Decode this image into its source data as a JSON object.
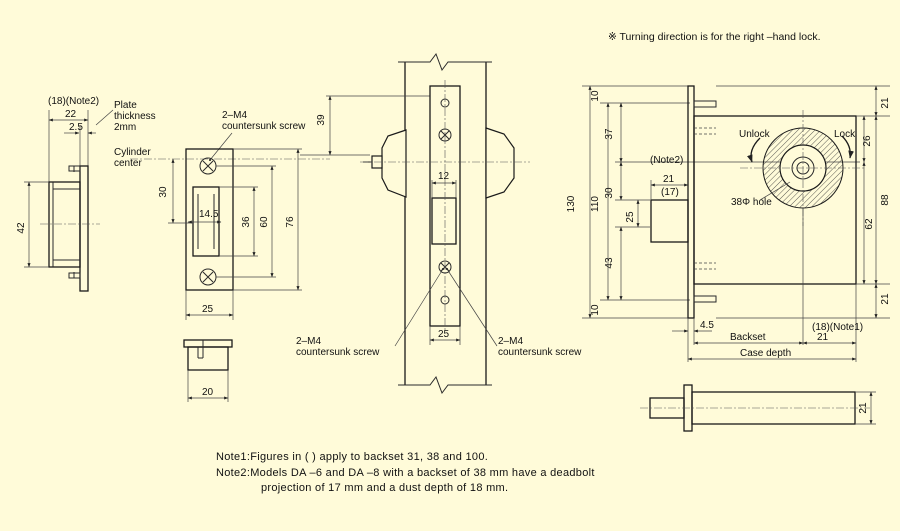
{
  "header_note": "※ Turning direction is for the right  –hand lock.",
  "left_view": {
    "note_ref": "(18)(Note2)",
    "dim_22": "22",
    "dim_2_5": "2.5",
    "dim_42": "42",
    "plate_label_1": "Plate",
    "plate_label_2": "thickness",
    "plate_label_3": "2mm",
    "cylinder_label_1": "Cylinder",
    "cylinder_label_2": "center"
  },
  "strike_plate": {
    "screw_label_1": "2–M4",
    "screw_label_2": "countersunk screw",
    "dim_30": "30",
    "dim_14_5": "14.5",
    "dim_36": "36",
    "dim_60": "60",
    "dim_76": "76",
    "dim_25": "25",
    "dim_20": "20"
  },
  "center_view": {
    "dim_39": "39",
    "dim_12": "12",
    "dim_25": "25",
    "screw_left_1": "2–M4",
    "screw_left_2": "countersunk screw",
    "screw_right_1": "2–M4",
    "screw_right_2": "countersunk screw"
  },
  "right_view": {
    "dim_130": "130",
    "dim_110": "110",
    "dim_10_top": "10",
    "dim_37": "37",
    "dim_30": "30",
    "dim_25": "25",
    "dim_43": "43",
    "dim_10_bottom": "10",
    "note2": "(Note2)",
    "dim_21_17_a": "21",
    "dim_21_17_b": "(17)",
    "hole_label": "38Φ hole",
    "unlock": "Unlock",
    "lock": "Lock",
    "dim_21_top": "21",
    "dim_26": "26",
    "dim_88": "88",
    "dim_62": "62",
    "dim_21_bottom": "21",
    "dim_4_5": "4.5",
    "backset": "Backset",
    "note1_ref": "(18)(Note1)",
    "dim_21_case": "21",
    "case_depth": "Case depth",
    "dim_21_bolt": "21"
  },
  "notes": {
    "note1": "Note1:Figures in ( ) apply to backset 31, 38 and 100.",
    "note2_line1": "Note2:Models DA –6 and DA –8 with a backset of 38  mm have a deadbolt",
    "note2_line2": "projection of 17  mm and a dust depth of 18  mm."
  }
}
